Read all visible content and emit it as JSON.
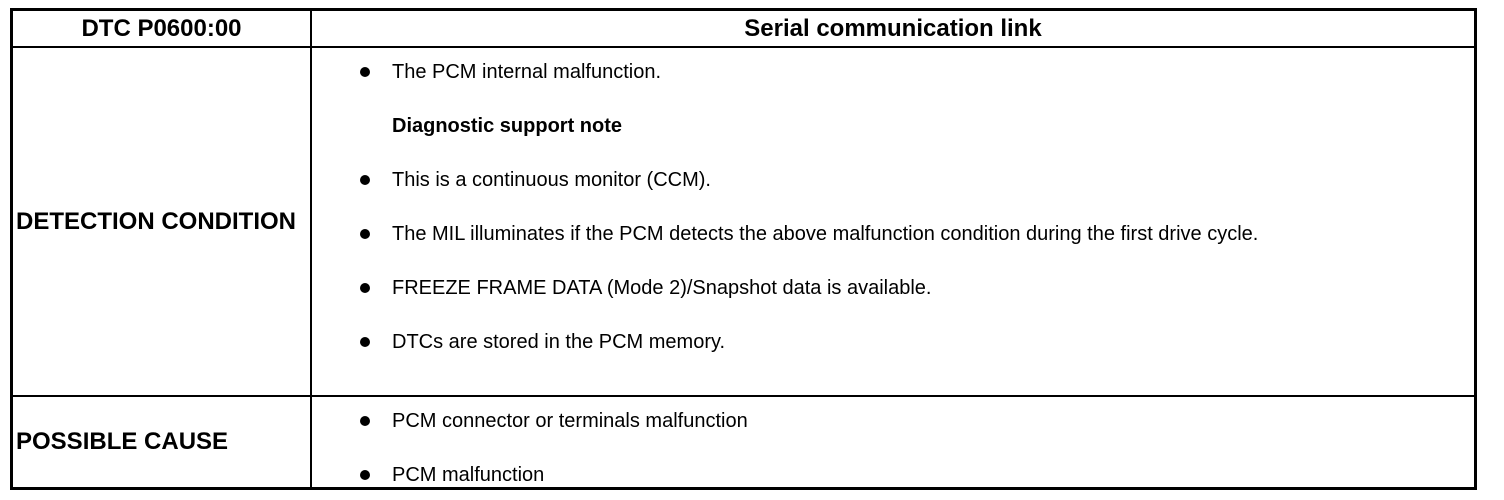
{
  "doc": {
    "colors": {
      "border": "#000000",
      "text": "#000000",
      "background": "#ffffff"
    },
    "header": {
      "dtc_code": "DTC P0600:00",
      "title": "Serial communication link"
    },
    "detection": {
      "label": "DETECTION CONDITION",
      "items": [
        {
          "type": "bullet",
          "text": "The PCM internal malfunction."
        },
        {
          "type": "heading",
          "text": "Diagnostic support note"
        },
        {
          "type": "bullet",
          "text": "This is a continuous monitor (CCM)."
        },
        {
          "type": "bullet",
          "text": "The MIL illuminates if the PCM detects the above malfunction condition during the first drive cycle."
        },
        {
          "type": "bullet",
          "text": "FREEZE FRAME DATA (Mode 2)/Snapshot data is available."
        },
        {
          "type": "bullet",
          "text": "DTCs are stored in the PCM memory."
        }
      ]
    },
    "possible_cause": {
      "label": "POSSIBLE CAUSE",
      "items": [
        {
          "type": "bullet",
          "text": "PCM connector or terminals malfunction"
        },
        {
          "type": "bullet",
          "text": "PCM malfunction"
        }
      ]
    }
  }
}
